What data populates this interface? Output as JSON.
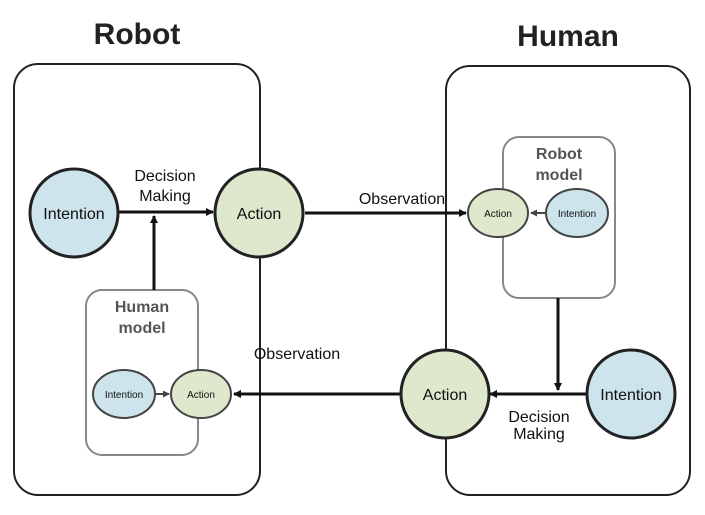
{
  "robot_panel": {
    "title": "Robot",
    "intention_label": "Intention",
    "action_label": "Action",
    "decision_label_line1": "Decision",
    "decision_label_line2": "Making",
    "observation_label": "Observation",
    "human_model": {
      "title_line1": "Human",
      "title_line2": "model",
      "intention_label": "Intention",
      "action_label": "Action"
    }
  },
  "human_panel": {
    "title": "Human",
    "intention_label": "Intention",
    "action_label": "Action",
    "decision_label_line1": "Decision",
    "decision_label_line2": "Making",
    "observation_label": "Observation",
    "robot_model": {
      "title_line1": "Robot",
      "title_line2": "model",
      "intention_label": "Intention",
      "action_label": "Action"
    }
  },
  "colors": {
    "intention_fill": "#cde4ec",
    "action_fill": "#dde8cc",
    "panel_stroke": "#222222",
    "model_stroke": "#888888",
    "model_title": "#555555"
  }
}
